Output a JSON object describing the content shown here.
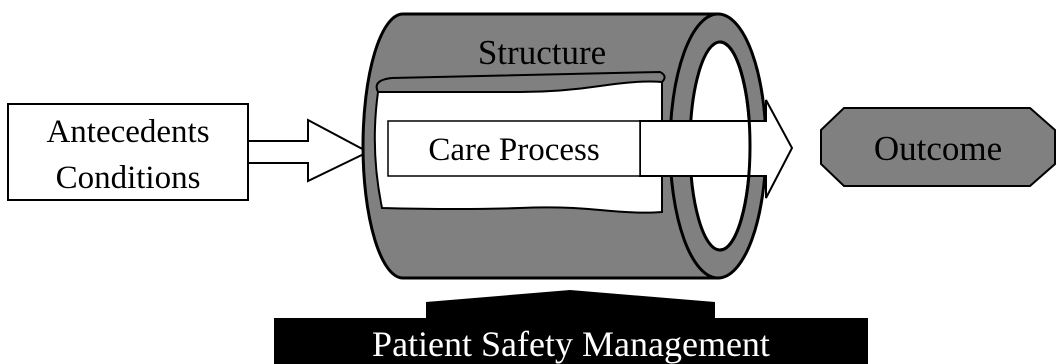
{
  "diagram": {
    "input_box": {
      "line1": "Antecedents",
      "line2": "Conditions"
    },
    "cylinder": {
      "title": "Structure",
      "inner_label": "Care Process"
    },
    "outcome": {
      "label": "Outcome"
    },
    "bottom_bar": {
      "label": "Patient Safety Management"
    }
  },
  "colors": {
    "cylinder_fill": "#808080",
    "outcome_fill": "#808080",
    "bar_fill": "#000000",
    "stroke": "#000000",
    "background": "#ffffff"
  }
}
